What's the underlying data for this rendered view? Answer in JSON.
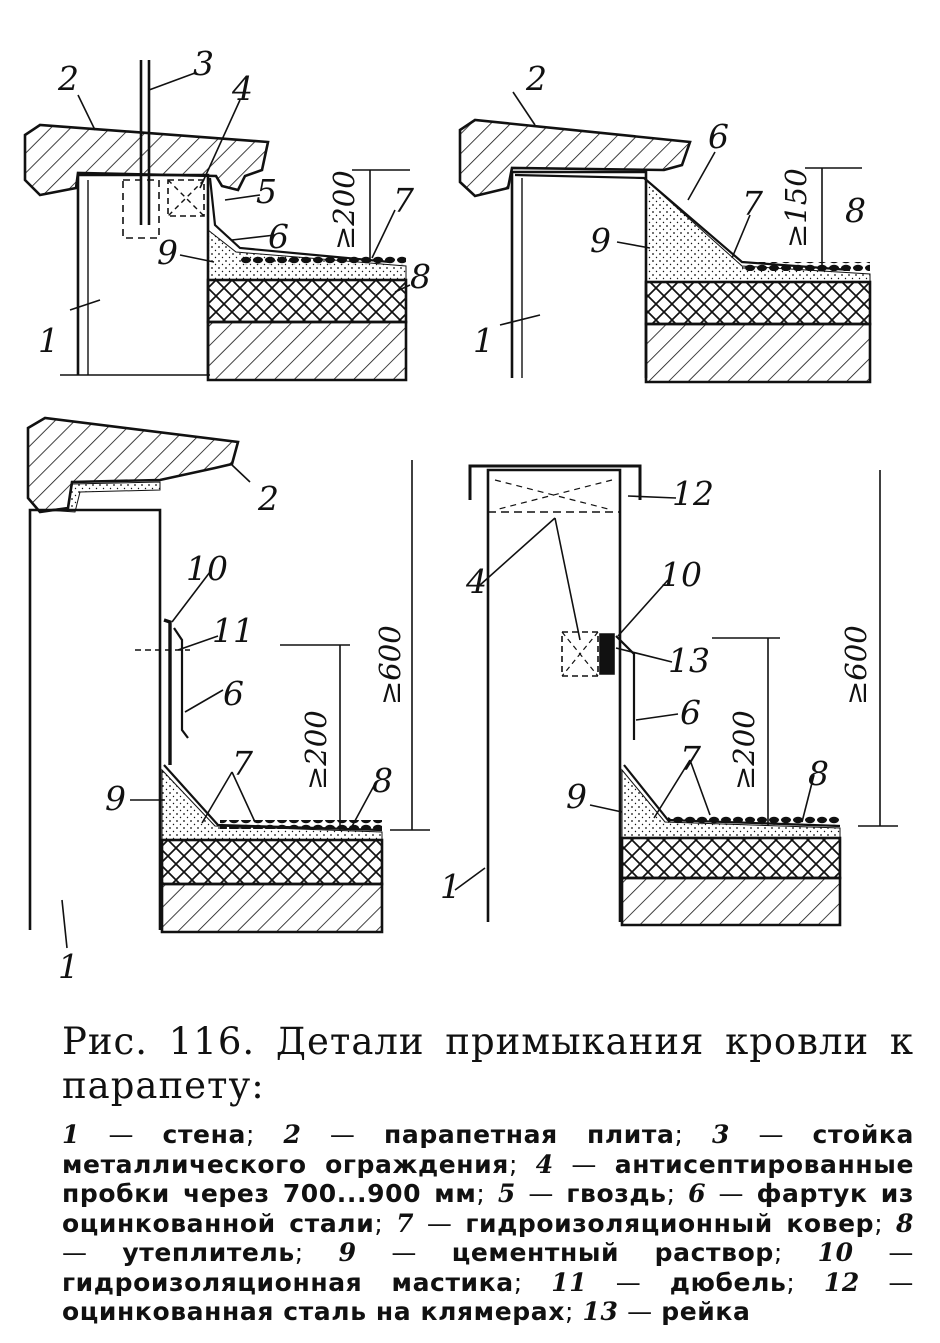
{
  "figure": {
    "detail_top_left": {
      "labels": [
        "1",
        "2",
        "3",
        "4",
        "5",
        "6",
        "7",
        "8",
        "9"
      ],
      "dims": [
        "≥200"
      ]
    },
    "detail_top_right": {
      "labels": [
        "1",
        "2",
        "6",
        "7",
        "8",
        "9"
      ],
      "dims": [
        "≥150"
      ]
    },
    "detail_bottom_left": {
      "labels": [
        "1",
        "2",
        "10",
        "11",
        "6",
        "7",
        "8",
        "9"
      ],
      "dims": [
        "≥200",
        "≥600"
      ]
    },
    "detail_bottom_right": {
      "labels": [
        "12",
        "4",
        "10",
        "13",
        "6",
        "7",
        "8",
        "9",
        "1"
      ],
      "dims": [
        "≥200",
        "≥600"
      ]
    }
  },
  "caption": {
    "prefix": "Рис. 116.",
    "title": "Детали примыкания кровли к парапету:"
  },
  "legend": [
    {
      "key": "1",
      "text": "стена"
    },
    {
      "key": "2",
      "text": "парапетная плита"
    },
    {
      "key": "3",
      "text": "стойка металлического ограждения"
    },
    {
      "key": "4",
      "text": "антисептированные пробки через 700...900 мм"
    },
    {
      "key": "5",
      "text": "гвоздь"
    },
    {
      "key": "6",
      "text": "фартук из оцинкованной стали"
    },
    {
      "key": "7",
      "text": "гидроизоляционный ковер"
    },
    {
      "key": "8",
      "text": "утеплитель"
    },
    {
      "key": "9",
      "text": "цементный раствор"
    },
    {
      "key": "10",
      "text": "гидроизоляционная мастика"
    },
    {
      "key": "11",
      "text": "дюбель"
    },
    {
      "key": "12",
      "text": "оцинкованная сталь на клямерах"
    },
    {
      "key": "13",
      "text": "рейка"
    }
  ]
}
